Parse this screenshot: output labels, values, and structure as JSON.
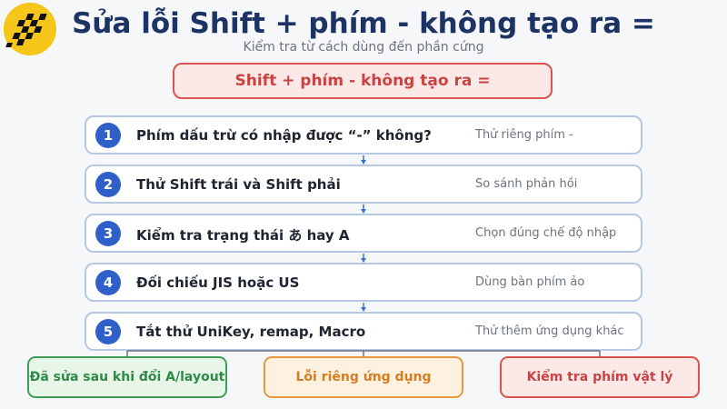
{
  "title": "Sửa lỗi Shift + phím - không tạo ra =",
  "subtitle": "Kiểm tra từ cách dùng đến phần cứng",
  "problem": "Shift + phím - không tạo ra =",
  "steps": [
    {
      "num": "1",
      "text": "Phím dấu trừ có nhập được “-” không?",
      "hint": "Thử riêng phím -"
    },
    {
      "num": "2",
      "text": "Thử Shift trái và Shift phải",
      "hint": "So sánh phản hồi"
    },
    {
      "num": "3",
      "text": "Kiểm tra trạng thái あ hay A",
      "hint": "Chọn đúng chế độ nhập"
    },
    {
      "num": "4",
      "text": "Đối chiếu JIS hoặc US",
      "hint": "Dùng bàn phím ảo"
    },
    {
      "num": "5",
      "text": "Tắt thử UniKey, remap, Macro",
      "hint": "Thử thêm ứng dụng khác"
    }
  ],
  "outcomes": [
    {
      "label": "Đã sửa sau khi đổi A/layout",
      "color": "#3f9f58"
    },
    {
      "label": "Lỗi riêng ứng dụng",
      "color": "#e69a3c"
    },
    {
      "label": "Kiểm tra phím vật lý",
      "color": "#d9534f"
    }
  ]
}
